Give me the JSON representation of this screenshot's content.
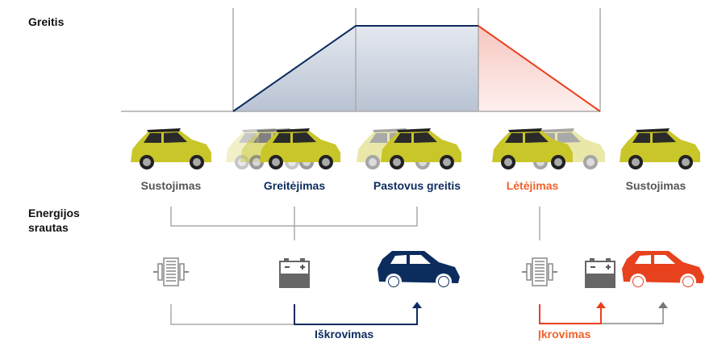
{
  "speed_label": "Greitis",
  "energy_label": [
    "Energijos",
    "srautas"
  ],
  "stages": [
    {
      "label": "Sustojimas",
      "color": "#555555"
    },
    {
      "label": "Greitėjimas",
      "color": "#0c2c5e"
    },
    {
      "label": "Pastovus greitis",
      "color": "#0c2c5e"
    },
    {
      "label": "Lėtėjimas",
      "color": "#f0622a"
    },
    {
      "label": "Sustojimas",
      "color": "#555555"
    }
  ],
  "flows": {
    "discharge_label": "Iškrovimas",
    "charge_label": "Įkrovimas"
  },
  "colors": {
    "navy": "#0c2c5e",
    "red": "#e8411e",
    "orange": "#f0622a",
    "gray": "#aaaaaa",
    "car": "#c9c62a"
  }
}
